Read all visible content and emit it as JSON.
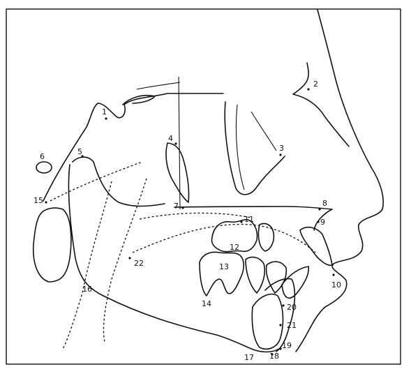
{
  "figure": {
    "landmarks": [
      {
        "id": "1",
        "label": "1"
      },
      {
        "id": "2",
        "label": "2"
      },
      {
        "id": "3",
        "label": "3"
      },
      {
        "id": "4",
        "label": "4"
      },
      {
        "id": "5",
        "label": "5"
      },
      {
        "id": "6",
        "label": "6"
      },
      {
        "id": "7",
        "label": "7"
      },
      {
        "id": "8",
        "label": "8"
      },
      {
        "id": "9",
        "label": "9"
      },
      {
        "id": "10",
        "label": "10"
      },
      {
        "id": "11",
        "label": "11"
      },
      {
        "id": "12",
        "label": "12"
      },
      {
        "id": "13",
        "label": "13"
      },
      {
        "id": "14",
        "label": "14"
      },
      {
        "id": "15",
        "label": "15"
      },
      {
        "id": "16",
        "label": "16"
      },
      {
        "id": "17",
        "label": "17"
      },
      {
        "id": "18",
        "label": "18"
      },
      {
        "id": "19",
        "label": "19"
      },
      {
        "id": "20",
        "label": "20"
      },
      {
        "id": "21",
        "label": "21"
      },
      {
        "id": "22",
        "label": "22"
      }
    ]
  }
}
